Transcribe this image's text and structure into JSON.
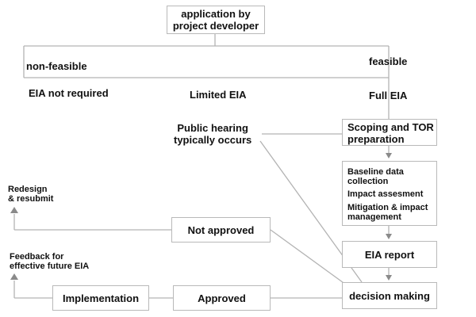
{
  "nodes": {
    "application": [
      "application by",
      "project developer"
    ],
    "non_feasible": "non-feasible",
    "feasible": "feasible",
    "eia_not_required": "EIA not required",
    "limited_eia": "Limited EIA",
    "full_eia": "Full EIA",
    "public_hearing": [
      "Public hearing",
      "typically occurs"
    ],
    "scoping": [
      "Scoping and TOR",
      "preparation"
    ],
    "baseline": [
      "Baseline data",
      "collection"
    ],
    "impact": "Impact assesment",
    "mitigation": [
      "Mitigation & impact",
      "management"
    ],
    "eia_report": "EIA report",
    "decision": "decision making",
    "not_approved": "Not approved",
    "approved": "Approved",
    "implementation": "Implementation",
    "redesign": [
      "Redesign",
      "& resubmit"
    ],
    "feedback": [
      "Feedback for",
      "effective future EIA"
    ]
  },
  "colors": {
    "line": "#b3b3b3",
    "arrow": "#8a8a8a",
    "box_border": "#b9b9b9",
    "text": "#111111"
  }
}
